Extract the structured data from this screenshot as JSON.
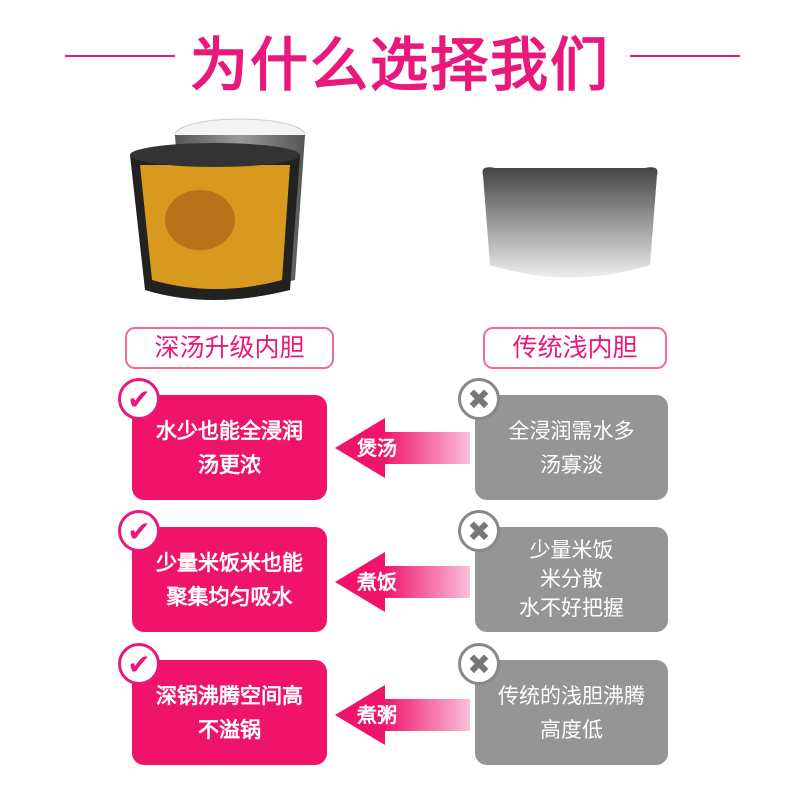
{
  "title": "为什么选择我们",
  "colors": {
    "accent": "#f0136a",
    "gray": "#959595"
  },
  "left_label": "深汤升级内胆",
  "right_label": "传统浅内胆",
  "rows": [
    {
      "good": [
        "水少也能全浸润",
        "汤更浓"
      ],
      "arrow": "煲汤",
      "bad": [
        "全浸润需水多",
        "汤寡淡"
      ]
    },
    {
      "good": [
        "少量米饭米也能",
        "聚集均匀吸水"
      ],
      "arrow": "煮饭",
      "bad": [
        "少量米饭",
        "米分散",
        "水不好把握"
      ]
    },
    {
      "good": [
        "深锅沸腾空间高",
        "不溢锅"
      ],
      "arrow": "煮粥",
      "bad": [
        "传统的浅胆沸腾",
        "高度低"
      ]
    }
  ],
  "icons": {
    "good": "check-icon",
    "bad": "cross-icon"
  }
}
